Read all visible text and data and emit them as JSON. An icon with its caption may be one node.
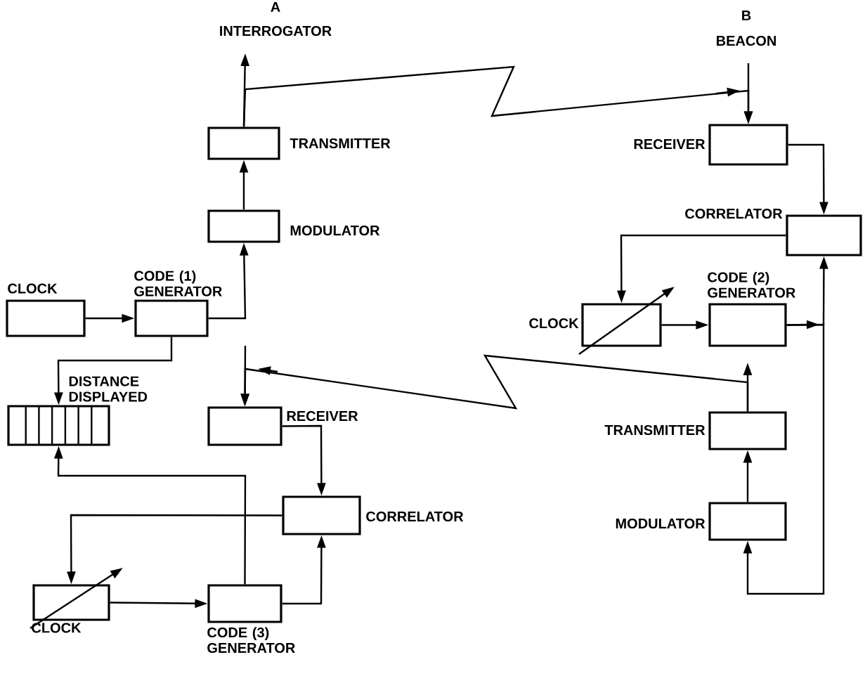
{
  "diagram": {
    "nodes": [
      {
        "text": [
          "TRANSMITTER"
        ]
      },
      {
        "text": [
          "MODULATOR"
        ]
      },
      {
        "text": [
          "CLOCK"
        ]
      },
      {
        "text": [
          "CODE (1) GENERATOR"
        ]
      },
      {
        "text": [
          "DISTANCE DISPLAYED"
        ]
      },
      {
        "text": [
          "RECEIVER"
        ]
      },
      {
        "text": [
          "CORRELATOR"
        ]
      },
      {
        "text": [
          "CLOCK"
        ]
      },
      {
        "text": [
          "CODE (3) GENERATOR"
        ]
      },
      {
        "text": [
          "RECEIVER"
        ]
      },
      {
        "text": [
          "CORRELATOR"
        ]
      },
      {
        "text": [
          "CLOCK"
        ]
      },
      {
        "text": [
          "CODE (2) GENERATOR"
        ]
      },
      {
        "text": [
          "TRANSMITTER"
        ]
      },
      {
        "text": [
          "MODULATOR"
        ]
      }
    ],
    "edges": [
      {
        "from": 0,
        "to": 9,
        "arrow": "to"
      },
      {
        "from": 0,
        "to": null,
        "arrow": "to"
      },
      {
        "from": null,
        "to": 9,
        "arrow": "to"
      },
      {
        "from": 13,
        "to": 5,
        "arrow": "to"
      },
      {
        "from": 13,
        "to": null,
        "arrow": "to"
      },
      {
        "from": null,
        "to": 5,
        "arrow": "to"
      },
      {
        "from": 1,
        "to": 0,
        "arrow": "to"
      },
      {
        "from": 3,
        "to": 1,
        "arrow": "to"
      },
      {
        "from": 2,
        "to": 3,
        "arrow": "to"
      },
      {
        "from": 3,
        "to": 4,
        "arrow": "to"
      },
      {
        "from": 5,
        "to": 6,
        "arrow": "to"
      },
      {
        "from": 6,
        "to": 7,
        "arrow": "to"
      },
      {
        "from": 7,
        "to": 8,
        "arrow": "to"
      },
      {
        "from": 8,
        "to": 6,
        "arrow": "to"
      },
      {
        "from": 8,
        "to": 4,
        "arrow": "to"
      },
      {
        "from": 9,
        "to": 10,
        "arrow": "to"
      },
      {
        "from": 10,
        "to": 11,
        "arrow": "to"
      },
      {
        "from": 11,
        "to": 12,
        "arrow": "to"
      },
      {
        "from": 12,
        "to": 10,
        "arrow": "to"
      },
      {
        "from": 12,
        "to": 14,
        "arrow": "to"
      },
      {
        "from": 14,
        "to": 13,
        "arrow": "to"
      }
    ],
    "labels": [
      "A",
      "INTERROGATOR",
      "B",
      "BEACON"
    ]
  }
}
